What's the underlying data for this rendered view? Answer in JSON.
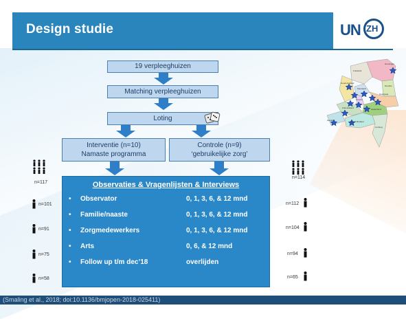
{
  "header": {
    "title": "Design studie",
    "logo_text": "UN",
    "logo_sub": "ZH"
  },
  "flow": {
    "step1": "19 verpleeghuizen",
    "step2": "Matching verpleeghuizen",
    "step3": "Loting",
    "arm_left_line1": "Interventie (n=10)",
    "arm_left_line2": "Namaste programma",
    "arm_right_line1": "Controle (n=9)",
    "arm_right_line2": "‘gebruikelijke zorg’"
  },
  "main": {
    "title": "Observaties & Vragenlijsten & Interviews",
    "rows": [
      {
        "label": "Observator",
        "value": "0, 1, 3, 6, & 12 mnd"
      },
      {
        "label": "Familie/naaste",
        "value": "0, 1, 3, 6, & 12 mnd"
      },
      {
        "label": "Zorgmedewerkers",
        "value": "0, 1, 3, 6, & 12 mnd"
      },
      {
        "label": "Arts",
        "value": "0, 6, & 12 mnd"
      },
      {
        "label": "Follow up t/m dec’18",
        "value": "overlijden"
      }
    ]
  },
  "left_counts": {
    "group": "n=117",
    "r1": "n=101",
    "r2": "n=91",
    "r3": "n=75",
    "r4": "n=58"
  },
  "right_counts": {
    "group": "n=114",
    "r1": "n=112",
    "r2": "n=104",
    "r3": "n=94",
    "r4": "n=65"
  },
  "footer": {
    "citation": "(Smaling et al., 2018; doi:10.1136/bmjopen-2018-025411)"
  },
  "map": {
    "labels": [
      "Groningen",
      "Friesland",
      "Drenthe",
      "Noord-Holland",
      "Flevoland",
      "Overijssel",
      "Utrecht",
      "Zuid-Holland",
      "Gelderland",
      "Zeeland",
      "Noord-Brabant",
      "Limburg"
    ]
  },
  "colors": {
    "header": "#2a85bd",
    "box": "#bfd7ee",
    "main": "#2a88c9",
    "arrow": "#2e7fc7",
    "footer": "#1f4e79"
  }
}
